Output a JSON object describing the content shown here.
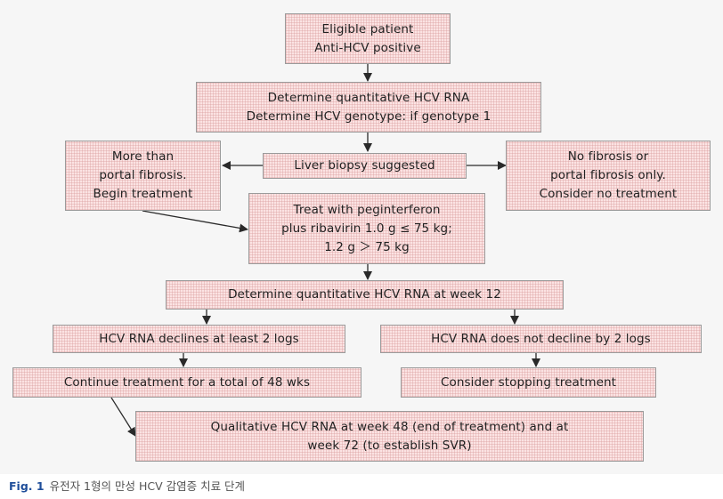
{
  "boxes": {
    "eligible": [
      "Eligible patient",
      "Anti-HCV positive"
    ],
    "determine_rna": [
      "Determine quantitative HCV RNA",
      "Determine HCV genotype: if genotype 1"
    ],
    "biopsy": [
      "Liver biopsy suggested"
    ],
    "more_than_portal": [
      "More than",
      "portal fibrosis.",
      "Begin treatment"
    ],
    "no_fibrosis": [
      "No fibrosis or",
      "portal fibrosis only.",
      "Consider no treatment"
    ],
    "treat": [
      "Treat with peginterferon",
      "plus ribavirin 1.0 g ≤ 75 kg;",
      "1.2 g ＞ 75 kg"
    ],
    "week12": [
      "Determine quantitative HCV RNA at week 12"
    ],
    "declines": [
      "HCV RNA declines at least 2 logs"
    ],
    "no_decline": [
      "HCV RNA does not decline by 2 logs"
    ],
    "continue": [
      "Continue treatment for a total of 48 wks"
    ],
    "stopping": [
      "Consider stopping treatment"
    ],
    "qualitative": [
      "Qualitative HCV RNA at week 48 (end of treatment) and at",
      "week 72 (to establish SVR)"
    ]
  },
  "caption": {
    "label": "Fig. 1",
    "text": "유전자 1형의 만성 HCV 감염증 치료 단계"
  },
  "colors": {
    "box_fill": "#fbe3e3",
    "box_border": "#9b9b9b",
    "arrow": "#2a2a2a",
    "caption_label": "#1f4e9a"
  }
}
